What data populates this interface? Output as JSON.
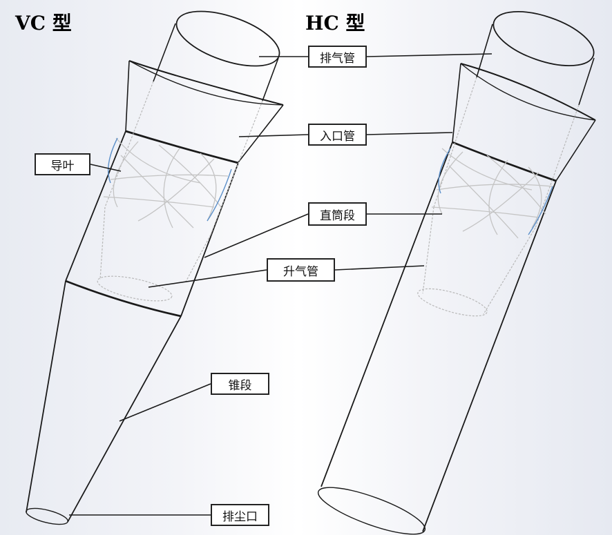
{
  "titles": {
    "left": "VC 型",
    "right": "HC 型"
  },
  "labels": {
    "exhaust_pipe": "排气管",
    "inlet_pipe": "入口管",
    "guide_vane": "导叶",
    "straight_section": "直筒段",
    "riser_pipe": "升气管",
    "cone_section": "锥段",
    "dust_outlet": "排尘口"
  },
  "colors": {
    "stroke": "#1a1a1a",
    "hidden_line": "#b8b8b8",
    "vane_blue": "#5b8fc9"
  }
}
